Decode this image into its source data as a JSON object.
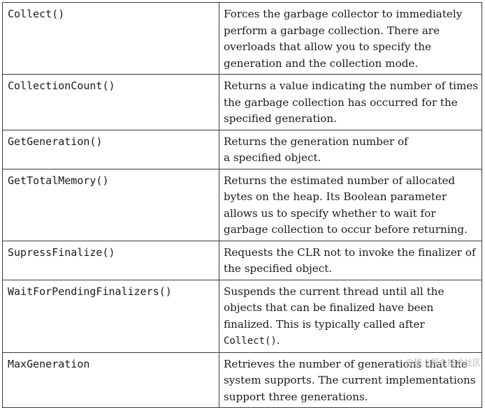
{
  "rows": [
    {
      "member": "Collect()",
      "description": "Forces the garbage collector to immediately perform a garbage collection. There are overloads that allow you to specify the generation and the collection mode."
    },
    {
      "member": "CollectionCount()",
      "description": "Returns a value indicating the number of times the garbage collection has occurred for the specified generation."
    },
    {
      "member": "GetGeneration()",
      "description_line1": "Returns the generation number of",
      "description_line2": "a specified object."
    },
    {
      "member": "GetTotalMemory()",
      "description": "Returns the estimated number of allocated bytes on the heap. Its Boolean parameter allows us to specify whether to wait for garbage collection to occur before returning."
    },
    {
      "member": "SupressFinalize()",
      "description": "Requests the CLR not to invoke the finalizer of the specified object."
    },
    {
      "member": "WaitForPendingFinalizers()",
      "description_pre": "Suspends the current thread until all the objects that can be finalized have been finalized. This is typically called after ",
      "description_code": "Collect()",
      "description_post": "."
    },
    {
      "member": "MaxGeneration",
      "description": "Retrieves the number of generations that the system supports. The current implementations support three generations."
    }
  ],
  "watermark": "@稀土掘金技术社区"
}
